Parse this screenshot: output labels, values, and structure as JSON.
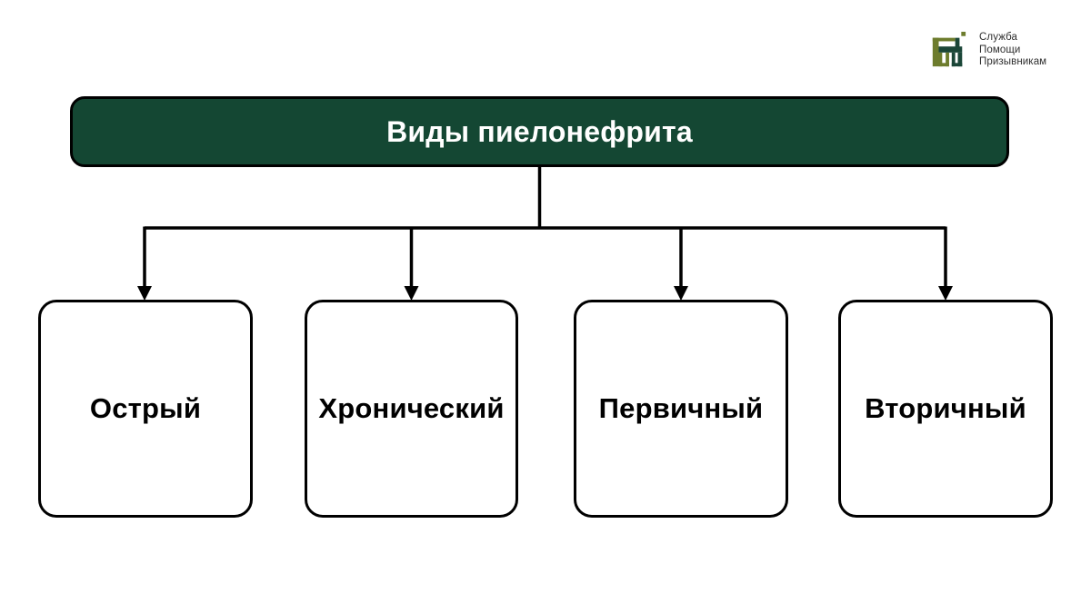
{
  "logo": {
    "lines": [
      "Служба",
      "Помощи",
      "Призывникам"
    ]
  },
  "title": {
    "label": "Виды пиелонефрита"
  },
  "nodes": [
    {
      "label": "Острый"
    },
    {
      "label": "Хронический"
    },
    {
      "label": "Первичный"
    },
    {
      "label": "Вторичный"
    }
  ],
  "colors": {
    "title_bg": "#144733",
    "title_text": "#ffffff",
    "box_border": "#000000",
    "box_bg": "#ffffff",
    "connector": "#000000",
    "logo_olive": "#6d7c2d",
    "logo_dark_green": "#1b4638",
    "logo_text": "#2f2f2f",
    "page_bg": "#ffffff"
  }
}
